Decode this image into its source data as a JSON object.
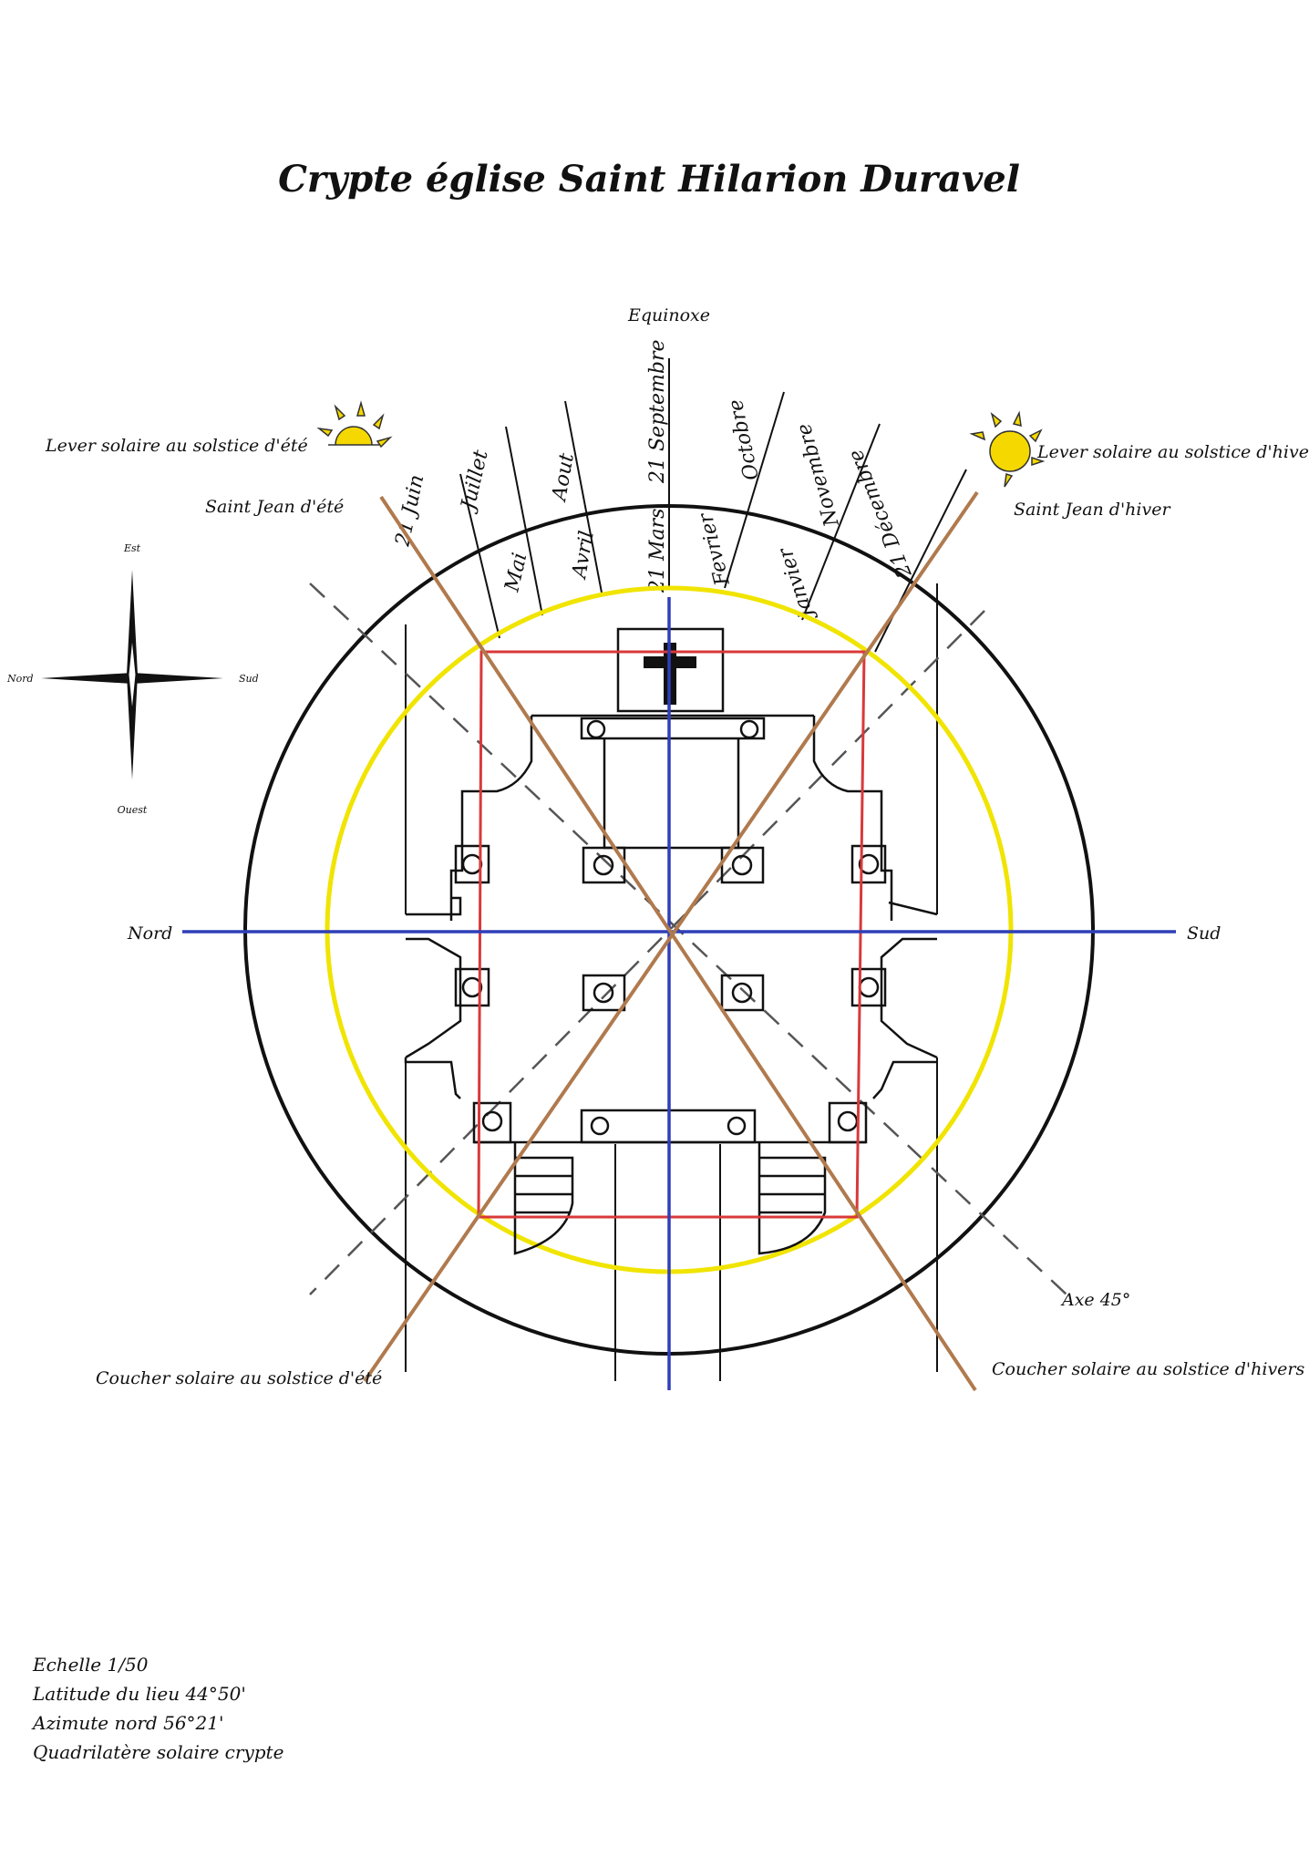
{
  "title": "Crypte église Saint Hilarion Duravel",
  "labels": {
    "equinoxe": "Equinoxe",
    "lever_ete": "Lever solaire au solstice d'été",
    "saint_jean_ete": "Saint Jean d'été",
    "lever_hiver": "Lever solaire au solstice d'hiver",
    "saint_jean_hiver": "Saint Jean d'hiver",
    "nord": "Nord",
    "sud": "Sud",
    "axe45": "Axe 45°",
    "coucher_ete": "Coucher solaire au solstice d'été",
    "coucher_hiver": "Coucher solaire au solstice d'hivers"
  },
  "compass": {
    "est": "Est",
    "ouest": "Ouest",
    "nord": "Nord",
    "sud": "Sud"
  },
  "months": {
    "juin": "21 Juin",
    "juillet": "Juillet",
    "mai": "Mai",
    "aout": "Aout",
    "avril": "Avril",
    "septembre": "21 Septembre",
    "mars": "21 Mars",
    "octobre": "Octobre",
    "fevrier": "Fevrier",
    "novembre": "Novembre",
    "janvier": "Janvier",
    "decembre": "21 Décembre"
  },
  "notes": [
    "Echelle 1/50",
    "Latitude du lieu 44°50'",
    "Azimute nord 56°21'",
    "Quadrilatère solaire crypte"
  ],
  "colors": {
    "outer_circle": "#111111",
    "solar_circle": "#f0e400",
    "quadrilateral": "#d9393a",
    "axes": "#2f3fb8",
    "solstice_lines": "#b07a4e",
    "diagonal_45": "#555555",
    "sun": "#f5d800"
  }
}
